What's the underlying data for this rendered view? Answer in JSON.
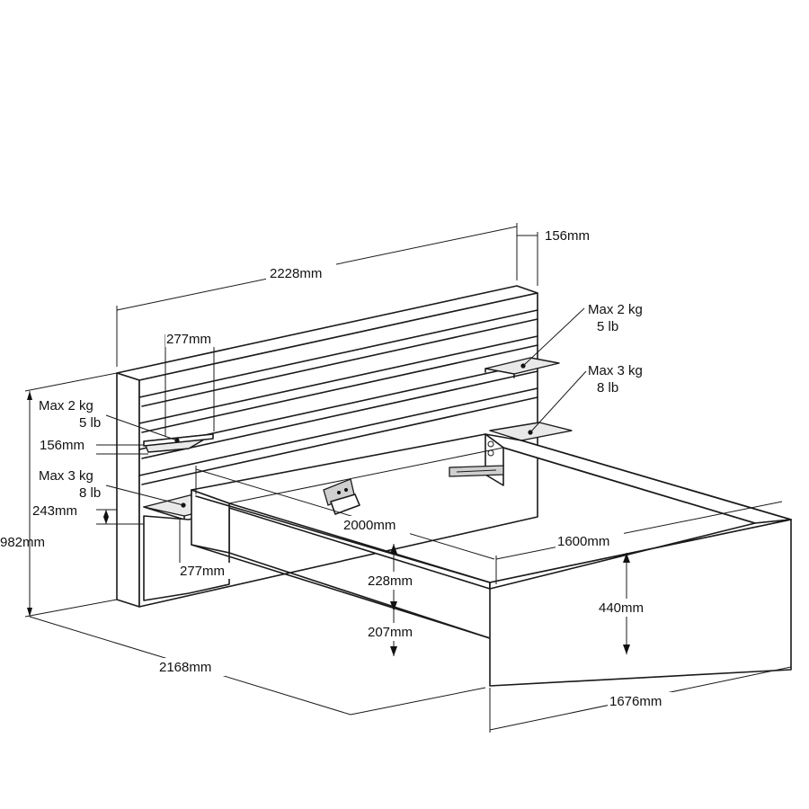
{
  "labels": {
    "headboard_width": "2228mm",
    "headboard_depth": "156mm",
    "shelf_top_left_width": "277mm",
    "shelf_top_left_load_kg": "Max 2 kg",
    "shelf_top_left_load_lb": "5 lb",
    "shelf_top_left_depth": "156mm",
    "shelf_bottom_left_load_kg": "Max 3 kg",
    "shelf_bottom_left_load_lb": "8 lb",
    "shelf_bottom_left_height": "243mm",
    "shelf_bottom_left_width": "277mm",
    "overall_height": "982mm",
    "overall_length": "2168mm",
    "shelf_top_right_load_kg": "Max 2 kg",
    "shelf_top_right_load_lb": "5 lb",
    "shelf_bottom_right_load_kg": "Max 3 kg",
    "shelf_bottom_right_load_lb": "8 lb",
    "mattress_length": "2000mm",
    "mattress_width": "1600mm",
    "frame_height": "228mm",
    "underbed_clearance": "207mm",
    "footboard_height": "440mm",
    "overall_width": "1676mm"
  }
}
